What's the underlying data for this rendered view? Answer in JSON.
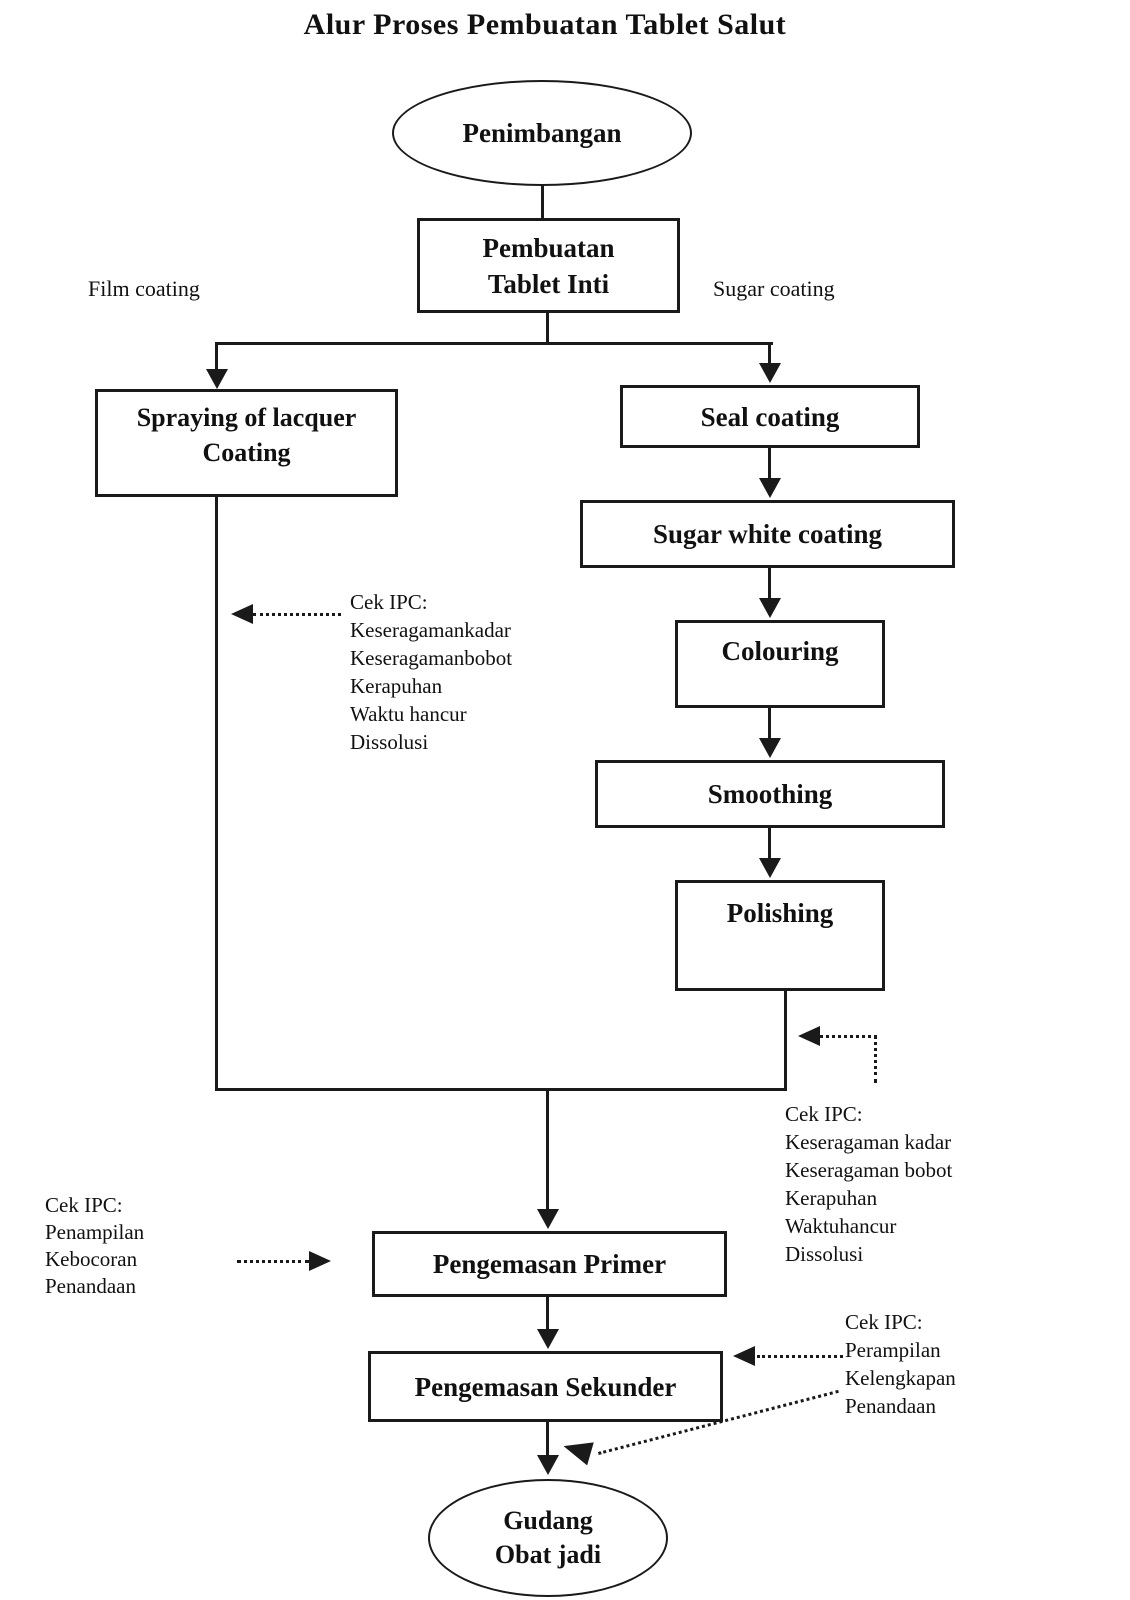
{
  "title": "Alur Proses Pembuatan Tablet Salut",
  "branch_labels": {
    "film": "Film coating",
    "sugar": "Sugar coating"
  },
  "nodes": {
    "penimbangan": {
      "shape": "oval",
      "label": "Penimbangan"
    },
    "pembuatan_tablet_inti": {
      "shape": "rect",
      "lines": [
        "Pembuatan",
        "Tablet Inti"
      ]
    },
    "spraying_of_lacquer_coating": {
      "shape": "rect",
      "lines": [
        "Spraying of lacquer",
        "Coating"
      ]
    },
    "seal_coating": {
      "shape": "rect",
      "label": "Seal coating"
    },
    "sugar_white_coating": {
      "shape": "rect",
      "label": "Sugar white coating"
    },
    "colouring": {
      "shape": "rect",
      "label": "Colouring"
    },
    "smoothing": {
      "shape": "rect",
      "label": "Smoothing"
    },
    "polishing": {
      "shape": "rect",
      "label": "Polishing"
    },
    "pengemasan_primer": {
      "shape": "rect",
      "label": "Pengemasan Primer"
    },
    "pengemasan_sekunder": {
      "shape": "rect",
      "label": "Pengemasan Sekunder"
    },
    "gudang_obat_jadi": {
      "shape": "oval",
      "lines": [
        "Gudang",
        "Obat jadi"
      ]
    }
  },
  "annotations": {
    "ipc_film_coating": {
      "title": "Cek IPC:",
      "items": [
        "Keseragamankadar",
        "Keseragamanbobot",
        "Kerapuhan",
        "Waktu hancur",
        "Dissolusi"
      ]
    },
    "ipc_sugar_coating": {
      "title": "Cek IPC:",
      "items": [
        "Keseragaman kadar",
        "Keseragaman bobot",
        "Kerapuhan",
        "Waktuhancur",
        "Dissolusi"
      ]
    },
    "ipc_pengemasan_primer": {
      "title": "Cek IPC:",
      "items": [
        "Penampilan",
        "Kebocoran",
        "Penandaan"
      ]
    },
    "ipc_pengemasan_sekunder": {
      "title": "Cek IPC:",
      "items": [
        "Perampilan",
        "Kelengkapan",
        "Penandaan"
      ]
    }
  },
  "colors": {
    "line": "#1a1a1a",
    "background": "#ffffff",
    "text": "#111111"
  }
}
